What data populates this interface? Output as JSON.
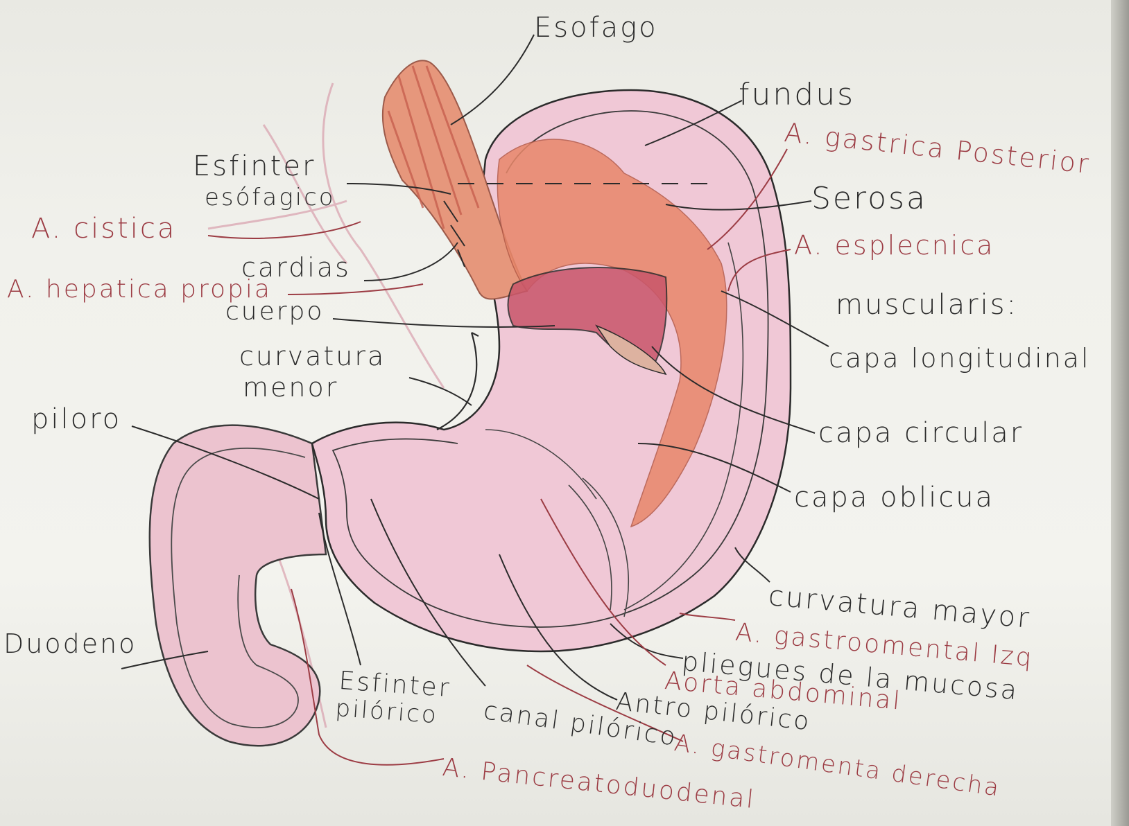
{
  "colors": {
    "ink": "#2b2b2b",
    "red_ink": "#9c3c44",
    "pink_wash": "#e6a9c0",
    "orange_muscle": "#e28466",
    "paper": "#f1f1ec"
  },
  "labels": {
    "esofago": "Esofago",
    "fundus": "fundus",
    "a_gastrica_posterior": "A. gastrica Posterior",
    "esfinter_esofagico_1": "Esfinter",
    "esfinter_esofagico_2": "esófagico",
    "serosa": "Serosa",
    "a_cistica": "A. cistica",
    "a_esplecnica": "A. esplecnica",
    "cardias": "cardias",
    "a_hepatica_propia": "A. hepatica propia",
    "muscularis": "muscularis:",
    "cuerpo": "cuerpo",
    "curvatura_menor_1": "curvatura",
    "curvatura_menor_2": "menor",
    "capa_longitudinal": "capa longitudinal",
    "piloro": "piloro",
    "capa_circular": "capa circular",
    "capa_oblicua": "capa oblicua",
    "curvatura_mayor": "curvatura mayor",
    "duodeno": "Duodeno",
    "a_gastroomental_izq": "A. gastroomental Izq",
    "pliegues_mucosa": "pliegues de la mucosa",
    "esfinter_pilorico_1": "Esfinter",
    "esfinter_pilorico_2": "pilórico",
    "aorta_abdominal": "Aorta abdominal",
    "canal_pilorico": "canal pilórico",
    "antro_pilorico": "Antro pilórico",
    "a_gastromenta_derecha": "A. gastromenta derecha",
    "a_pancreatoduodenal": "A. Pancreatoduodenal"
  }
}
